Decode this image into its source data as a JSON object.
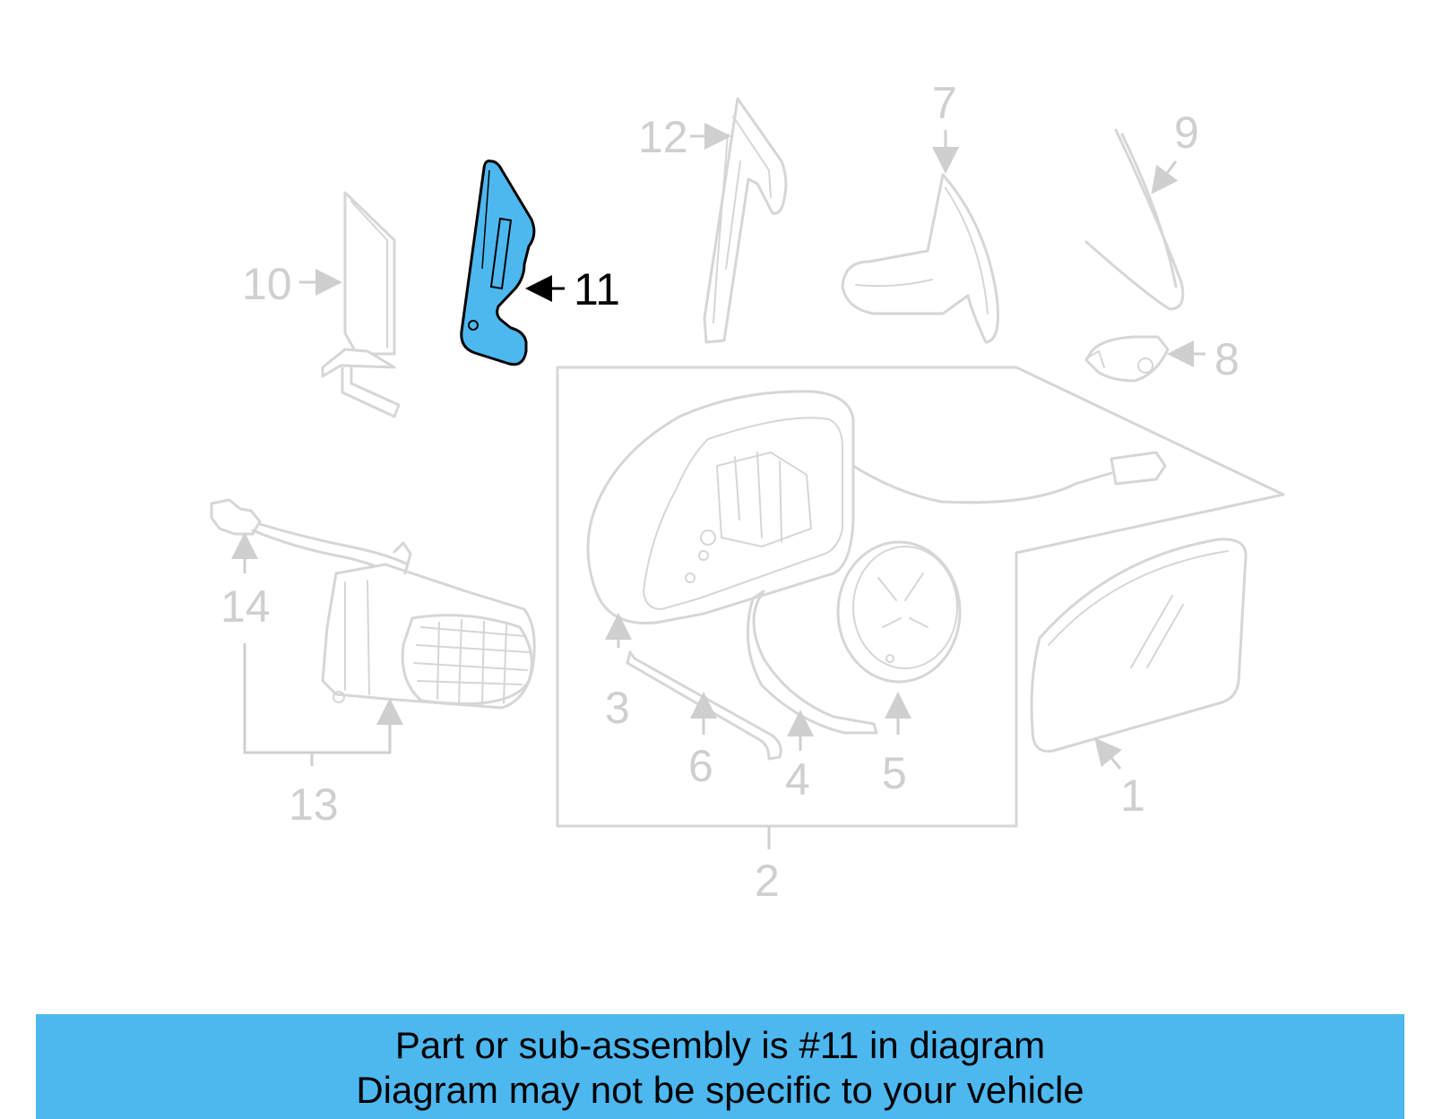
{
  "diagram": {
    "highlighted_part": "11",
    "highlight_color": "#4db8f0",
    "callouts": {
      "c1": "1",
      "c2": "2",
      "c3": "3",
      "c4": "4",
      "c5": "5",
      "c6": "6",
      "c7": "7",
      "c8": "8",
      "c9": "9",
      "c10": "10",
      "c11": "11",
      "c12": "12",
      "c13": "13",
      "c14": "14"
    }
  },
  "banner": {
    "line1": "Part or sub-assembly is #11 in diagram",
    "line2": "Diagram may not be specific to your vehicle",
    "color": "#4db8f0"
  }
}
